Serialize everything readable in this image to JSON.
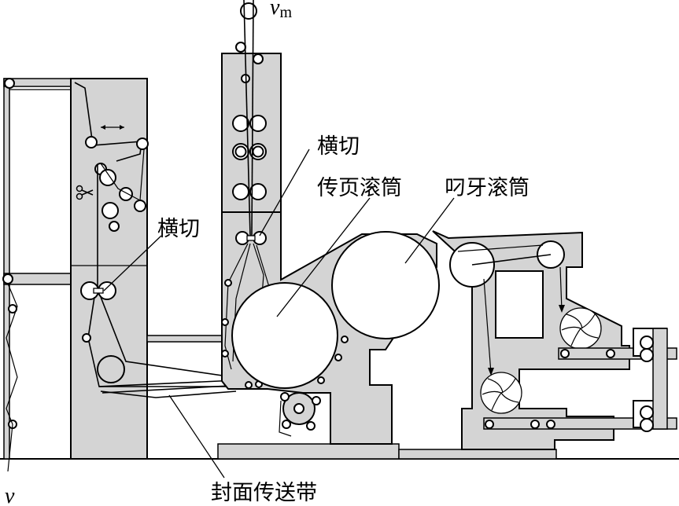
{
  "labels": {
    "cross_cut_top": "横切",
    "cross_cut_left": "横切",
    "transfer_cylinder": "传页滚筒",
    "gripper_cylinder": "叼牙滚筒",
    "cover_conveyor": "封面传送带"
  },
  "variables": {
    "vm_symbol": "v",
    "vm_subscript": "m",
    "v_symbol": "v"
  },
  "colors": {
    "machine_fill": "#d4d4d4",
    "line": "#000000",
    "background": "#ffffff"
  },
  "icons": {
    "scissors": "scissors-icon",
    "arrow": "double-arrow-icon"
  }
}
